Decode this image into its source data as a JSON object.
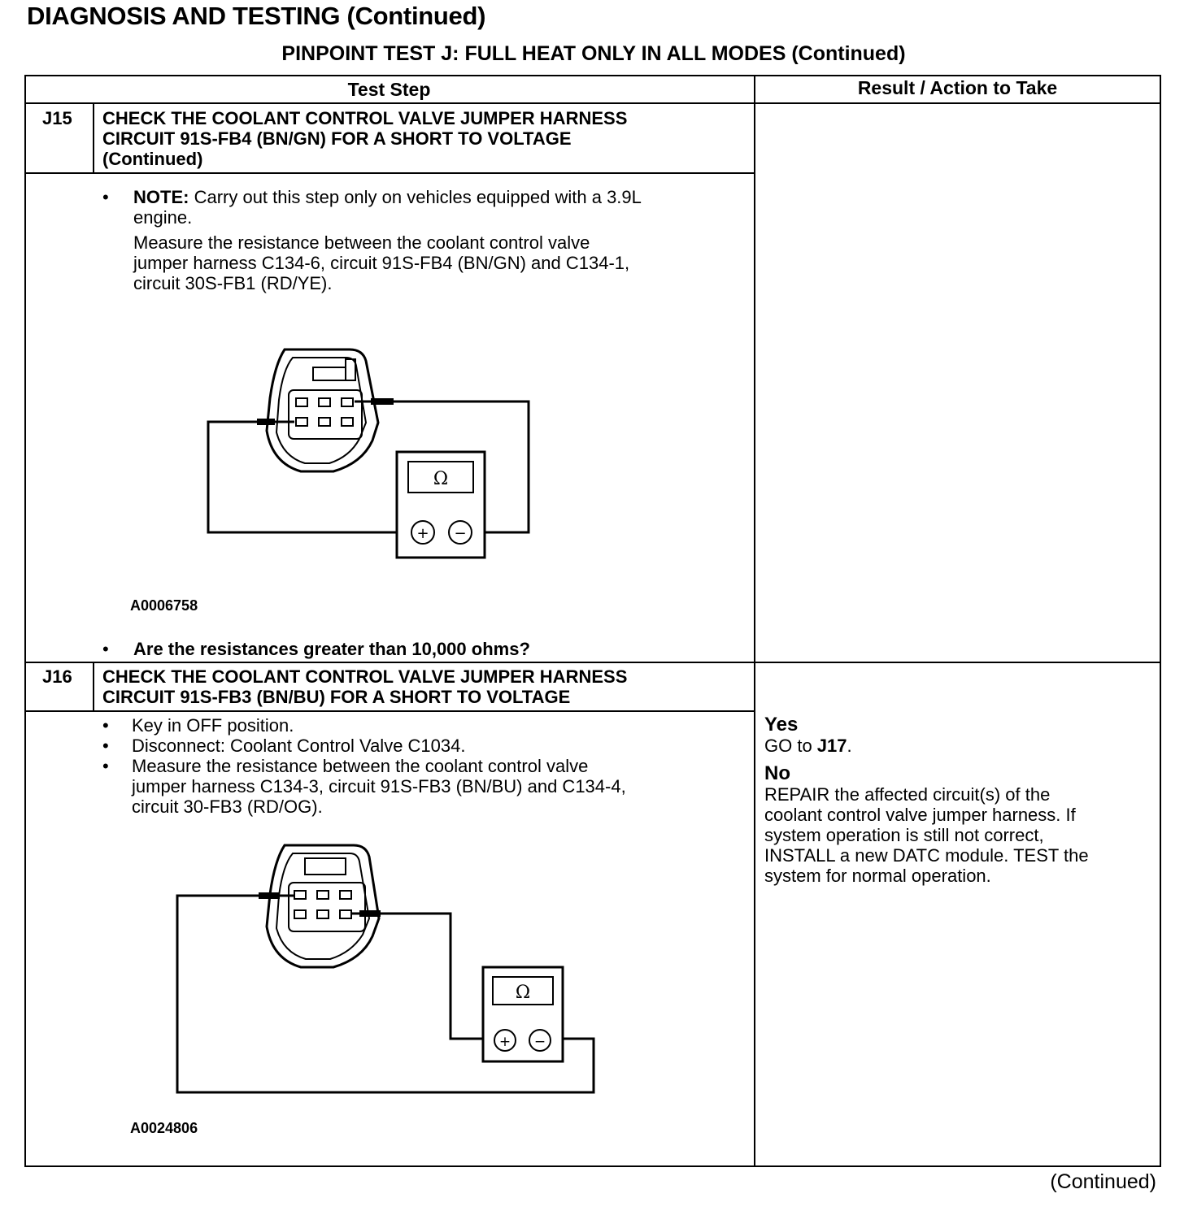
{
  "page_heading": "DIAGNOSIS AND TESTING (Continued)",
  "test_title": "PINPOINT TEST J: FULL HEAT ONLY IN ALL MODES (Continued)",
  "columns": {
    "test_step": "Test Step",
    "result_action": "Result / Action to Take"
  },
  "steps": [
    {
      "id": "J15",
      "title_lines": [
        "CHECK THE COOLANT CONTROL VALVE JUMPER HARNESS",
        "CIRCUIT 91S-FB4 (BN/GN) FOR A SHORT TO VOLTAGE",
        "(Continued)"
      ],
      "note_label": "NOTE:",
      "note_text": " Carry out this step only on vehicles equipped with a 3.9L",
      "note_line2": "engine.",
      "measure_lines": [
        "Measure the resistance between the coolant control valve",
        "jumper harness C134-6, circuit 91S-FB4 (BN/GN) and C134-1,",
        "circuit 30S-FB1 (RD/YE)."
      ],
      "figure_id": "A0006758",
      "meter_symbol": "Ω",
      "plus_symbol": "+",
      "minus_symbol": "−",
      "question": "Are the resistances greater than 10,000 ohms?"
    },
    {
      "id": "J16",
      "title_lines": [
        "CHECK THE COOLANT CONTROL VALVE JUMPER HARNESS",
        "CIRCUIT 91S-FB3 (BN/BU) FOR A SHORT TO VOLTAGE"
      ],
      "bullets": [
        "Key in OFF position.",
        "Disconnect: Coolant Control Valve C1034.",
        "Measure the resistance between the coolant control valve"
      ],
      "bullet3_lines": [
        "jumper harness C134-3, circuit 91S-FB3 (BN/BU) and C134-4,",
        "circuit 30-FB3 (RD/OG)."
      ],
      "figure_id": "A0024806",
      "meter_symbol": "Ω",
      "plus_symbol": "+",
      "minus_symbol": "−",
      "result": {
        "yes_label": "Yes",
        "yes_action_prefix": "GO to ",
        "yes_action_target": "J17",
        "yes_action_suffix": ".",
        "no_label": "No",
        "no_lines": [
          "REPAIR the affected circuit(s) of the",
          "coolant control valve jumper harness. If",
          "system operation is still not correct,",
          "INSTALL a new DATC module. TEST the",
          "system for normal operation."
        ]
      }
    }
  ],
  "footer_continued": "(Continued)"
}
